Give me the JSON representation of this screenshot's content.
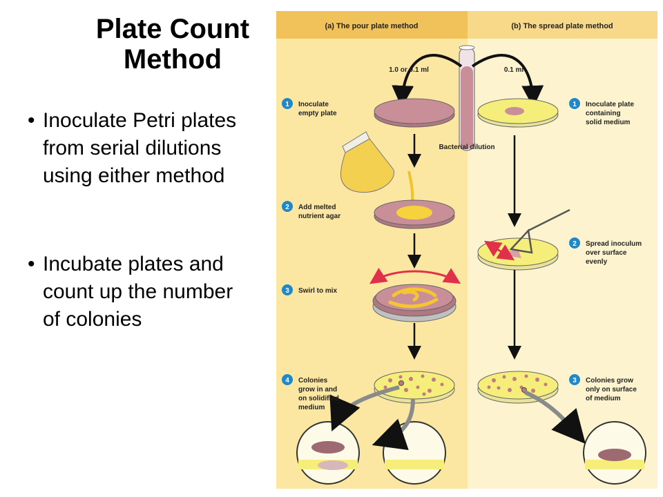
{
  "slide": {
    "title_line1": "Plate Count",
    "title_line2": "Method",
    "bullets": [
      "Inoculate Petri plates from serial dilutions using either method",
      "Incubate plates and count up the number of colonies"
    ]
  },
  "figure": {
    "panel_a_header": "(a) The pour plate method",
    "panel_b_header": "(b) The spread plate method",
    "volume_a": "1.0 or 0.1 ml",
    "volume_b": "0.1 ml",
    "tube_label": "Bacterial dilution",
    "steps_a": [
      {
        "num": "1",
        "lines": [
          "Inoculate",
          "empty plate"
        ]
      },
      {
        "num": "2",
        "lines": [
          "Add melted",
          "nutrient agar"
        ]
      },
      {
        "num": "3",
        "lines": [
          "Swirl to mix"
        ]
      },
      {
        "num": "4",
        "lines": [
          "Colonies",
          "grow in and",
          "on solidified",
          "medium"
        ]
      }
    ],
    "steps_b": [
      {
        "num": "1",
        "lines": [
          "Inoculate plate",
          "containing",
          "solid medium"
        ]
      },
      {
        "num": "2",
        "lines": [
          "Spread inoculum",
          "over surface",
          "evenly"
        ]
      },
      {
        "num": "3",
        "lines": [
          "Colonies grow",
          "only on surface",
          "of medium"
        ]
      }
    ]
  },
  "colors": {
    "panel_a_bg": "#fbe6a2",
    "panel_b_bg": "#fdf4cf",
    "header_a_bg": "#f1c25a",
    "header_b_bg": "#f8d989",
    "step_circle": "#1e88c9",
    "plate_pink": "#c98f98",
    "agar_yellow": "#f6ee7a",
    "colony": "#c27a82",
    "red_arrow": "#e0304a"
  }
}
